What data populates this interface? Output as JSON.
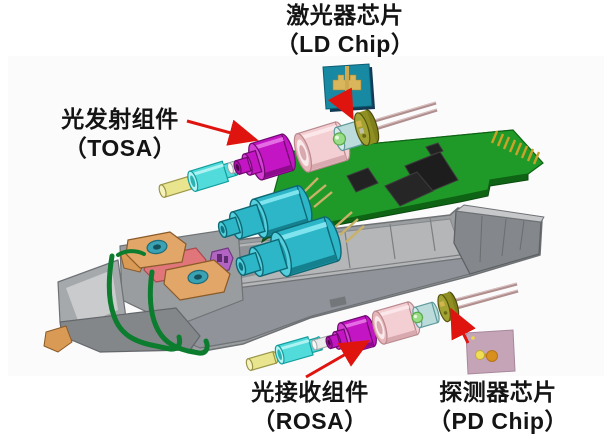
{
  "diagram": {
    "annotations": {
      "ld_chip": {
        "line1": "激光器芯片",
        "line2": "（LD Chip）"
      },
      "tosa": {
        "line1": "光发射组件",
        "line2": "（TOSA）"
      },
      "rosa": {
        "line1": "光接收组件",
        "line2": "（ROSA）"
      },
      "pd_chip": {
        "line1": "探测器芯片",
        "line2": "（PD Chip）"
      }
    },
    "colors": {
      "arrow_red": "#e0140f",
      "pcb_green": "#1f9a28",
      "pcb_dark": "#0e6414",
      "ic_black": "#222222",
      "gold": "#c9a227",
      "ld_chip_teal": "#1889a2",
      "ld_chip_pad_gold": "#d9b55c",
      "pd_chip_mauve": "#c4a4b6",
      "pd_dot_orange": "#d98f1e",
      "housing_gray": "#9b9ea1",
      "barrel_cyan": "#2cb6c8",
      "barrel_magenta": "#c415c4",
      "barrel_pink": "#f3ced2",
      "ferrule_yellow": "#e9e48e",
      "sleeve_cyan": "#52dbdb",
      "tocan_olive": "#8f8f22",
      "lens_green": "#97dd86",
      "bail_green": "#0c7c2e",
      "front_orange": "#e2a668",
      "front_red": "#e0757a",
      "front_purple": "#b264c2",
      "pin_rose": "#b08e8e"
    }
  }
}
